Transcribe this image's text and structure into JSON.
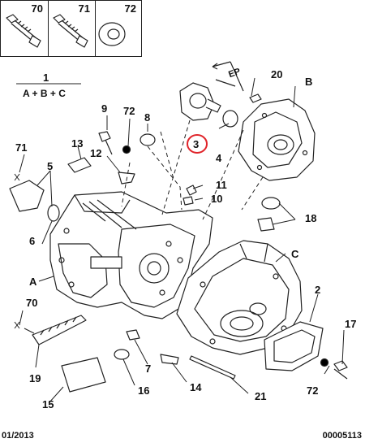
{
  "top_boxes": [
    {
      "number": "70",
      "icon": "bolt-icon"
    },
    {
      "number": "71",
      "icon": "bolt-icon"
    },
    {
      "number": "72",
      "icon": "washer-icon"
    }
  ],
  "assembly": {
    "number": "1",
    "formula": "A + B + C"
  },
  "dimension_label": "EP",
  "callouts": {
    "c2": "2",
    "c3": "3",
    "c4": "4",
    "c5": "5",
    "c6": "6",
    "c7": "7",
    "c8": "8",
    "c9": "9",
    "c10": "10",
    "c11": "11",
    "c12": "12",
    "c13": "13",
    "c14": "14",
    "c15": "15",
    "c16": "16",
    "c17": "17",
    "c18": "18",
    "c19": "19",
    "c20": "20",
    "c21": "21",
    "c70": "70",
    "c71": "71",
    "c72a": "72",
    "c72b": "72",
    "cA": "A",
    "cB": "B",
    "cC": "C"
  },
  "highlight_color": "#e0242a",
  "footer": {
    "date": "01/2013",
    "reference": "00005113"
  }
}
